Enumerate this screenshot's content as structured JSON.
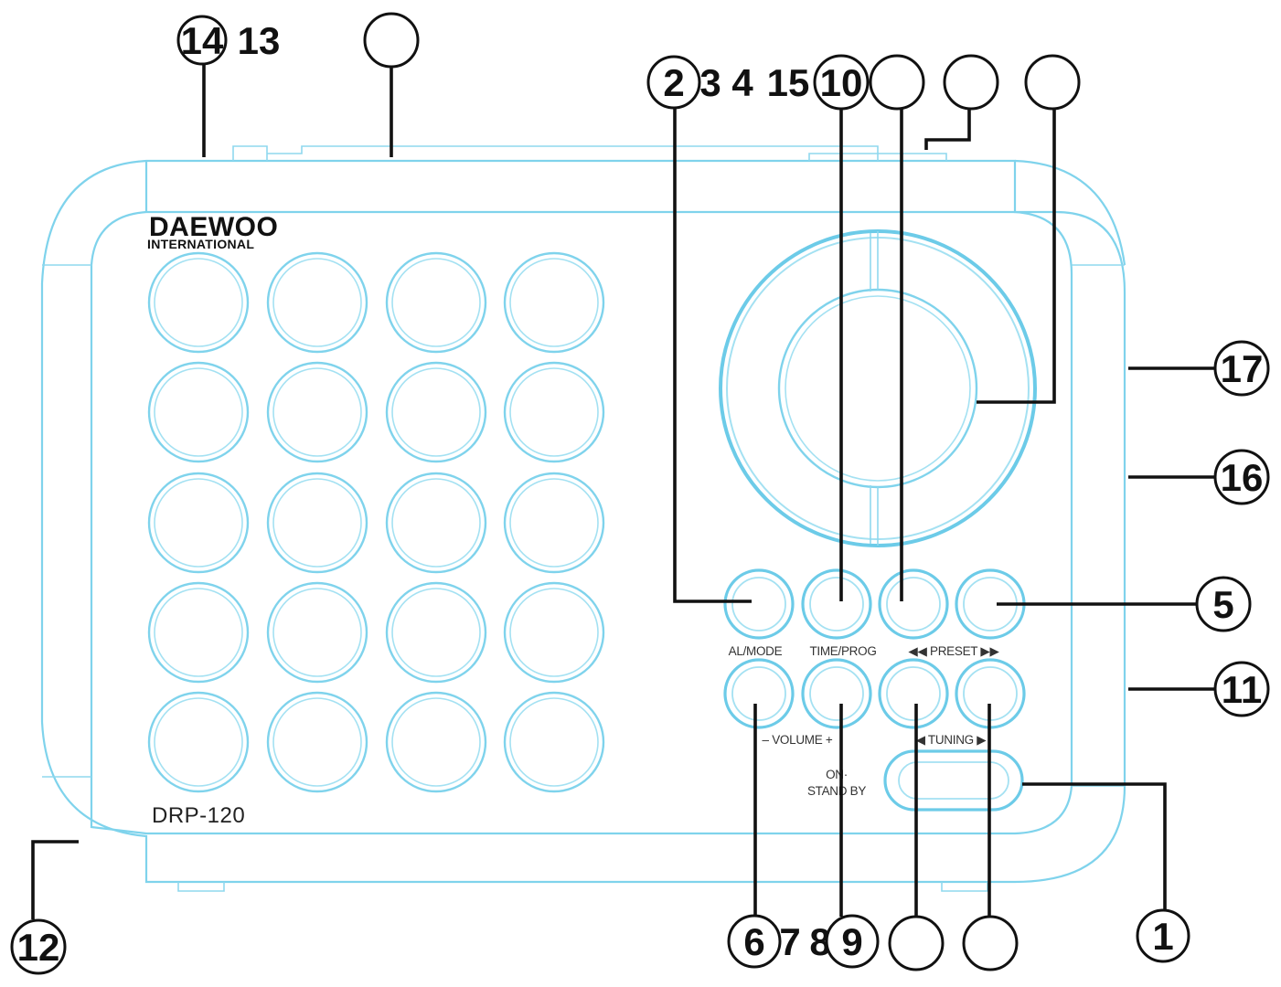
{
  "brand": {
    "name": "DAEWOO",
    "subtitle": "INTERNATIONAL"
  },
  "model": "DRP-120",
  "panel_labels": {
    "al_mode": "AL/MODE",
    "time_prog": "TIME/PROG",
    "preset": "◀◀ PRESET ▶▶",
    "volume": "– VOLUME +",
    "tuning": "◀ TUNING ▶",
    "on": "ON·",
    "standby": "STAND BY"
  },
  "callouts": {
    "c14": "14",
    "c13": "13",
    "c2": "2",
    "c3": "3",
    "c4": "4",
    "c15": "15",
    "c10": "10",
    "c17": "17",
    "c16": "16",
    "c5": "5",
    "c11": "11",
    "c12": "12",
    "c6": "6",
    "c7": "7",
    "c8": "8",
    "c9": "9",
    "c1": "1"
  },
  "colors": {
    "outline": "#7fd3ec",
    "callout": "#111111"
  }
}
